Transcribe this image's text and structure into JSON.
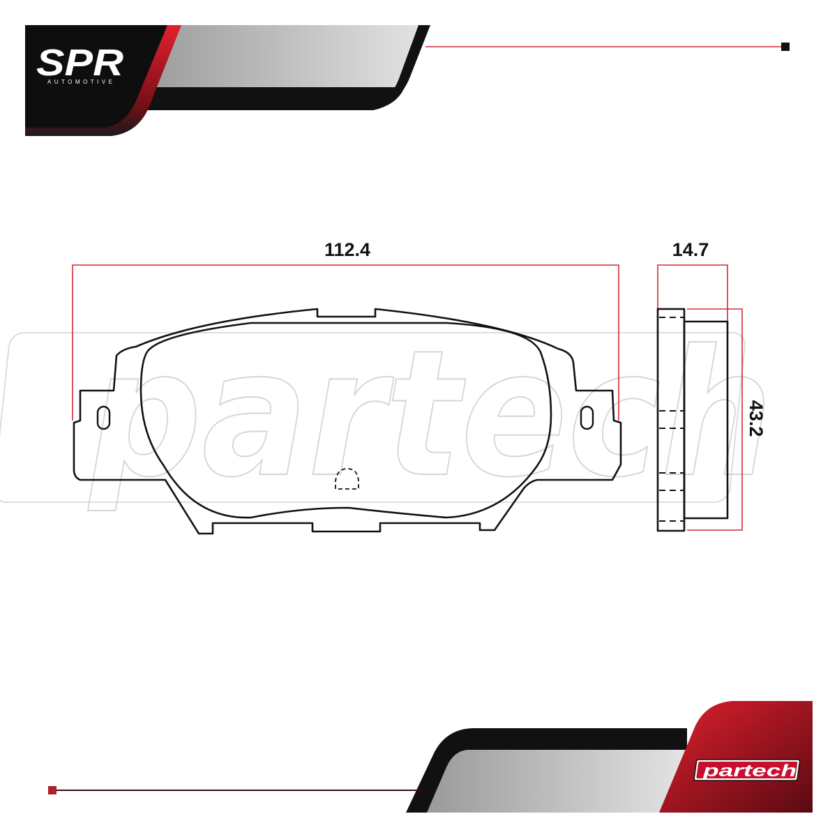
{
  "brand": {
    "logo_main": "SPR",
    "logo_sub": "AUTOMOTIVE",
    "partner_logo": "partech",
    "watermark": "partech"
  },
  "dimensions": {
    "width": "112.4",
    "thickness": "14.7",
    "height": "43.2"
  },
  "colors": {
    "accent": "#d42a35",
    "dark": "#111111",
    "grey": "#d0d0d0"
  }
}
